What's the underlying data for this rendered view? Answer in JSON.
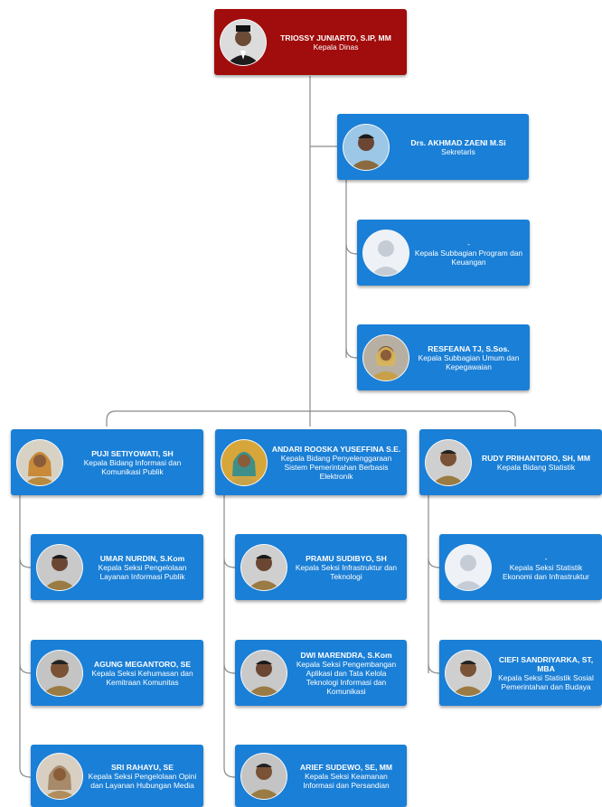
{
  "colors": {
    "head_box": "#a10c0c",
    "node_box": "#1a7fd6",
    "connector": "#8a8a8a",
    "text": "#ffffff"
  },
  "nodes": {
    "kepala_dinas": {
      "name": "TRIOSSY JUNIARTO, S.IP, MM",
      "title": "Kepala Dinas",
      "photo": "person-photo-icon"
    },
    "sekretaris": {
      "name": "Drs. AKHMAD ZAENI M.Si",
      "title": "Sekretaris",
      "photo": "person-photo-icon"
    },
    "subbag_program": {
      "name": "-",
      "title": "Kepala Subbagian Program dan Keuangan",
      "photo": "default-avatar-icon"
    },
    "subbag_umum": {
      "name": "RESFEANA TJ, S.Sos.",
      "title": "Kepala Subbagian Umum dan Kepegawaian",
      "photo": "person-photo-icon"
    },
    "bidang_ikp": {
      "name": "PUJI SETIYOWATI, SH",
      "title": "Kepala Bidang Informasi dan Komunikasi Publik",
      "photo": "person-photo-icon"
    },
    "bidang_spbe": {
      "name": "ANDARI ROOSKA YUSEFFINA S.E.",
      "title": "Kepala Bidang Penyelenggaraan Sistem Pemerintahan Berbasis Elektronik",
      "photo": "person-photo-icon"
    },
    "bidang_statistik": {
      "name": "RUDY PRIHANTORO, SH, MM",
      "title": "Kepala Bidang Statistik",
      "photo": "person-photo-icon"
    },
    "seksi_pengelolaan_layanan": {
      "name": "UMAR NURDIN, S.Kom",
      "title": "Kepala Seksi Pengelolaan Layanan Informasi Publik",
      "photo": "person-photo-icon"
    },
    "seksi_kehumasan": {
      "name": "AGUNG MEGANTORO, SE",
      "title": "Kepala Seksi Kehumasan dan Kemitraan Komunitas",
      "photo": "person-photo-icon"
    },
    "seksi_opini": {
      "name": "SRI RAHAYU, SE",
      "title": "Kepala Seksi Pengelolaan Opini dan Layanan Hubungan Media",
      "photo": "person-photo-icon"
    },
    "seksi_infrastruktur": {
      "name": "PRAMU SUDIBYO, SH",
      "title": "Kepala Seksi Infrastruktur dan Teknologi",
      "photo": "person-photo-icon"
    },
    "seksi_aplikasi": {
      "name": "DWI MARENDRA, S.Kom",
      "title": "Kepala Seksi Pengembangan Aplikasi dan Tata Kelola Teknologi Informasi dan Komunikasi",
      "photo": "person-photo-icon"
    },
    "seksi_keamanan": {
      "name": "ARIEF SUDEWO, SE, MM",
      "title": "Kepala Seksi Keamanan Informasi dan Persandian",
      "photo": "person-photo-icon"
    },
    "seksi_statistik_ekonomi": {
      "name": "-",
      "title": "Kepala Seksi Statistik Ekonomi dan Infrastruktur",
      "photo": "default-avatar-icon"
    },
    "seksi_statistik_sosial": {
      "name": "CIEFI SANDRIYARKA, ST, MBA",
      "title": "Kepala Seksi Statistik Sosial Pemerintahan dan Budaya",
      "photo": "person-photo-icon"
    }
  }
}
